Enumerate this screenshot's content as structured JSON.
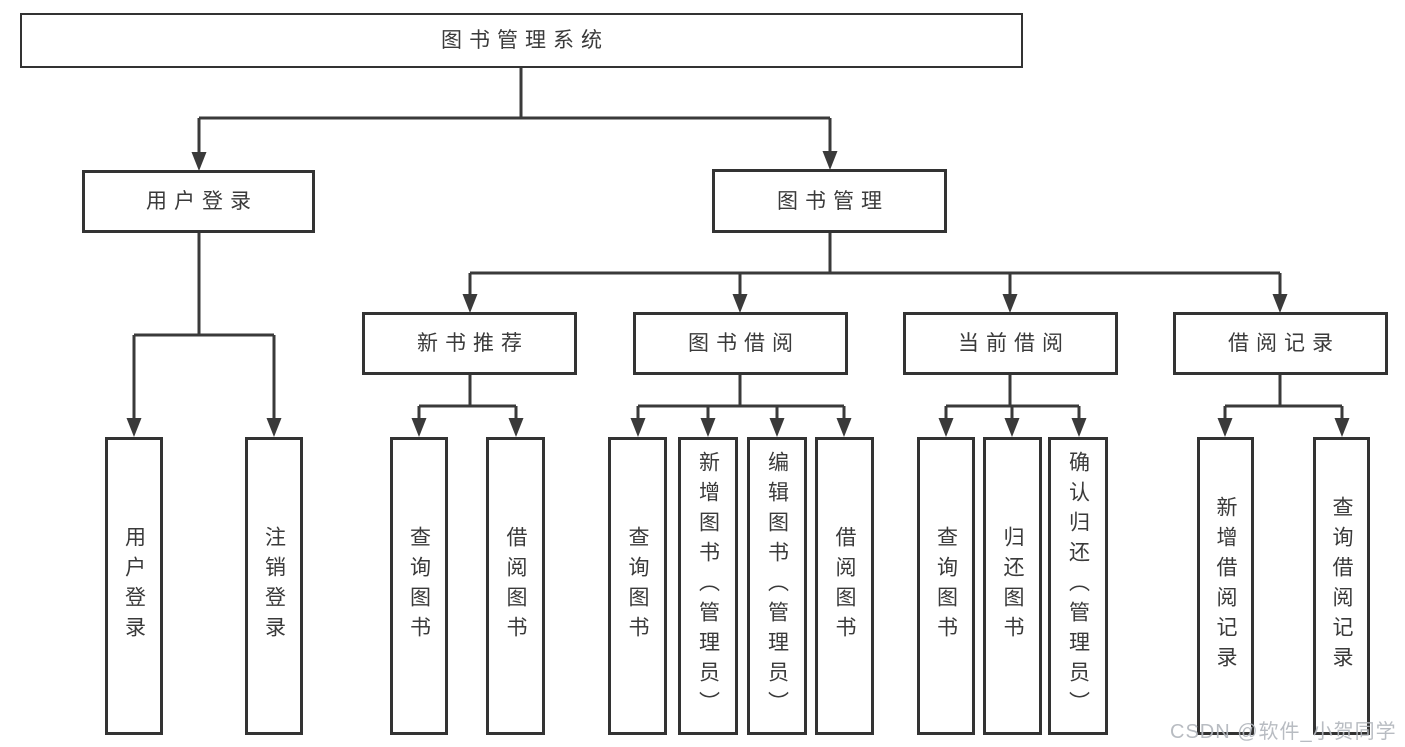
{
  "tree": {
    "label": "图书管理系统",
    "children": [
      {
        "label": "用户登录",
        "children": [
          {
            "label": "用户登录"
          },
          {
            "label": "注销登录"
          }
        ]
      },
      {
        "label": "图书管理",
        "children": [
          {
            "label": "新书推荐",
            "children": [
              {
                "label": "查询图书"
              },
              {
                "label": "借阅图书"
              }
            ]
          },
          {
            "label": "图书借阅",
            "children": [
              {
                "label": "查询图书"
              },
              {
                "label": "新增图书（管理员）"
              },
              {
                "label": "编辑图书（管理员）"
              },
              {
                "label": "借阅图书"
              }
            ]
          },
          {
            "label": "当前借阅",
            "children": [
              {
                "label": "查询图书"
              },
              {
                "label": "归还图书"
              },
              {
                "label": "确认归还（管理员）"
              }
            ]
          },
          {
            "label": "借阅记录",
            "children": [
              {
                "label": "新增借阅记录"
              },
              {
                "label": "查询借阅记录"
              }
            ]
          }
        ]
      }
    ]
  },
  "watermark": {
    "text": "CSDN @软件_小贺同学"
  },
  "colors": {
    "line": "#3a3a3a",
    "border": "#333333",
    "text": "#3a3a3a",
    "background": "#ffffff",
    "watermark": "#b3b7bd"
  }
}
